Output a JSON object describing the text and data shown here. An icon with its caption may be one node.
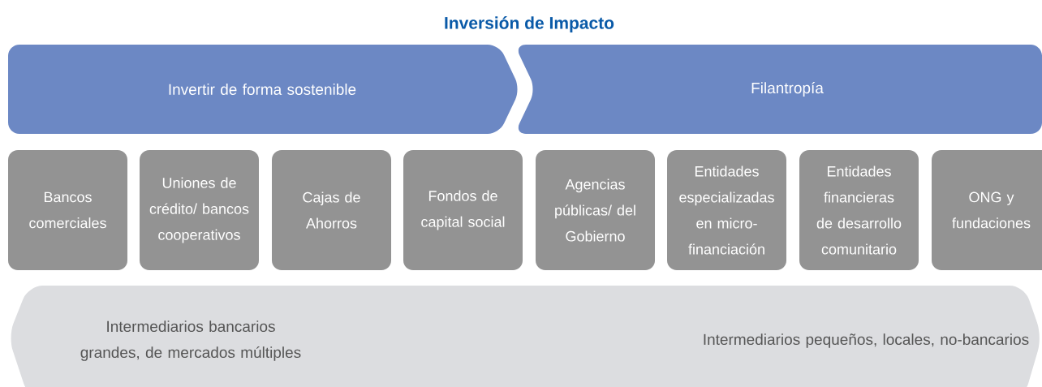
{
  "diagram": {
    "title": "Inversión de Impacto",
    "nodes": [
      {
        "text": [
          "Invertir de forma sostenible"
        ]
      },
      {
        "text": [
          "Filantropía"
        ]
      },
      {
        "text": [
          "Bancos comerciales"
        ]
      },
      {
        "text": [
          "Uniones de crédito/ bancos cooperativos"
        ]
      },
      {
        "text": [
          "Cajas de Ahorros"
        ]
      },
      {
        "text": [
          "Fondos de capital social"
        ]
      },
      {
        "text": [
          "Agencias públicas/ del Gobierno"
        ]
      },
      {
        "text": [
          "Entidades especializadas en micro-financiación"
        ]
      },
      {
        "text": [
          "Entidades financieras de desarrollo comunitario"
        ]
      },
      {
        "text": [
          "ONG y fundaciones"
        ]
      },
      {
        "text": [
          "Intermediarios bancarios grandes, de mercados múltiples",
          "Intermediarios pequeños, locales, no-bancarios"
        ]
      }
    ]
  }
}
